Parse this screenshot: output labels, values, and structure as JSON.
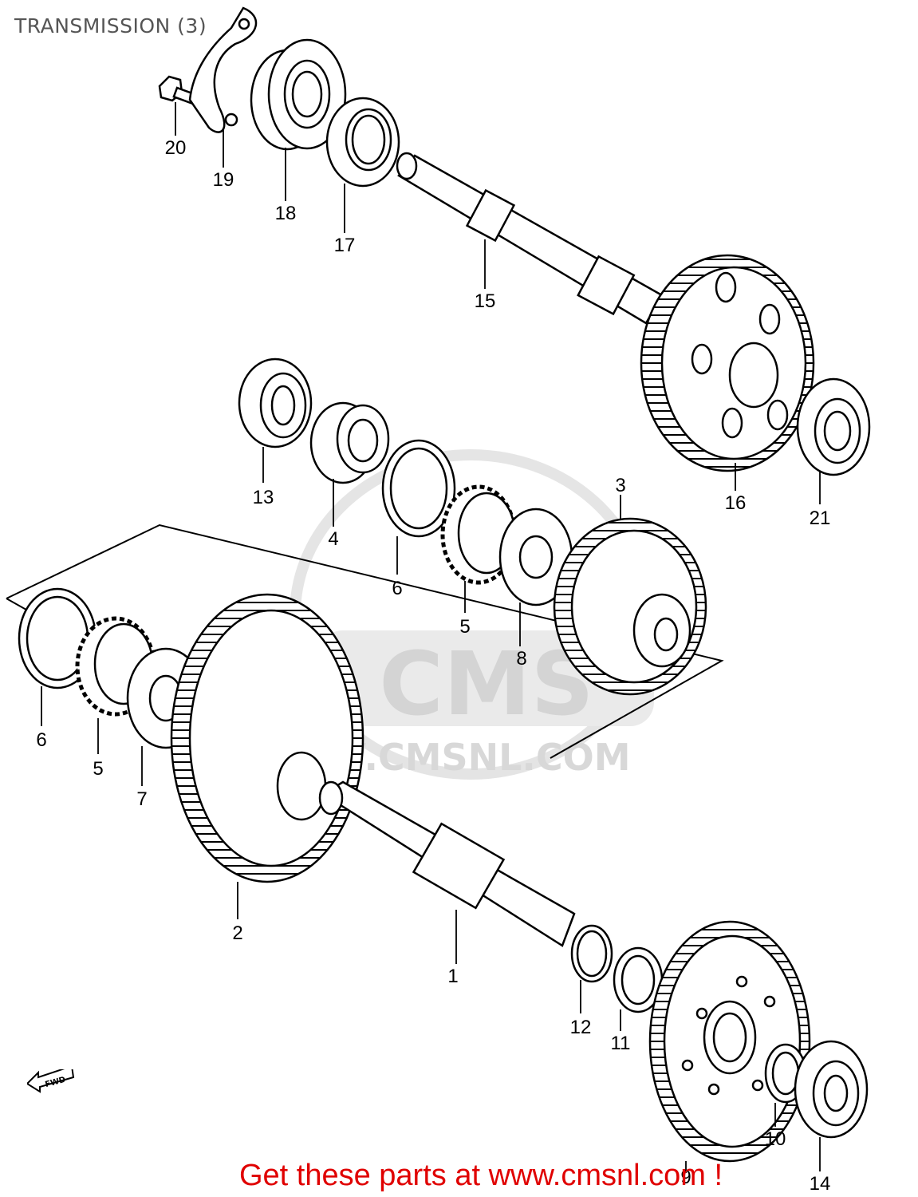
{
  "title": "TRANSMISSION (3)",
  "footer_cta": "Get these parts at www.cmsnl.com !",
  "fwd_label": "FWD",
  "watermark_text": "W.CMSNL.COM",
  "callouts": [
    "20",
    "19",
    "18",
    "17",
    "15",
    "16",
    "21",
    "13",
    "4",
    "6",
    "5",
    "8",
    "3",
    "6",
    "5",
    "7",
    "2",
    "1",
    "12",
    "11",
    "10",
    "9",
    "14"
  ],
  "colors": {
    "line": "#000000",
    "cta": "#e00000",
    "watermark": "#d9d9d9"
  }
}
